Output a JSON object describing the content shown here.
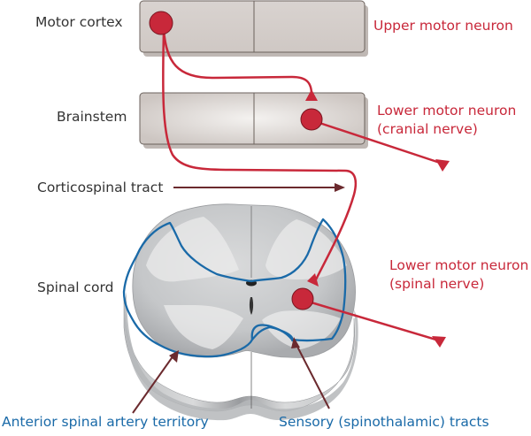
{
  "labels": {
    "motor_cortex": "Motor cortex",
    "brainstem": "Brainstem",
    "corticospinal_tract": "Corticospinal tract",
    "spinal_cord": "Spinal cord",
    "upper_motor_neuron": "Upper motor neuron",
    "lower_motor_neuron_cranial_line1": "Lower motor neuron",
    "lower_motor_neuron_cranial_line2": "(cranial nerve)",
    "lower_motor_neuron_spinal_line1": "Lower motor neuron",
    "lower_motor_neuron_spinal_line2": "(spinal nerve)",
    "anterior_spinal_artery": "Anterior spinal artery territory",
    "sensory_tracts": "Sensory (spinothalamic) tracts"
  },
  "colors": {
    "neuron_red": "#c8283a",
    "territory_blue": "#1a6aa8",
    "pointer_brown": "#6b2a2e",
    "box_fill": "#d8d2cf",
    "box_stroke": "#6b625c"
  }
}
